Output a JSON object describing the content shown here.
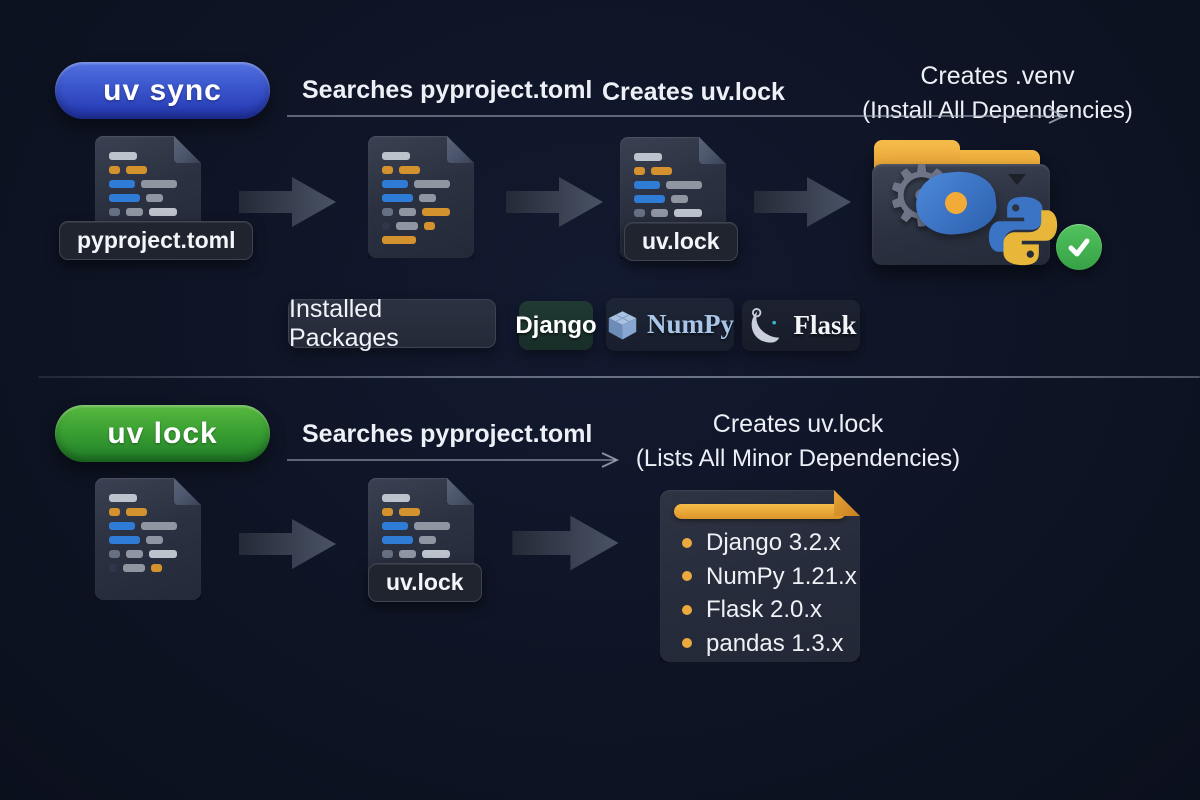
{
  "colors": {
    "background": "#0e1322",
    "sync_button_blue": "#3a55cc",
    "lock_button_green": "#3ba133",
    "folder_yellow": "#eaa838",
    "check_green": "#44b050",
    "bullet_orange": "#eba93e",
    "code_blue": "#2f7cd6",
    "code_orange": "#d4922f"
  },
  "sync_flow": {
    "command_label": "uv sync",
    "step_search": {
      "prefix": "Searches ",
      "emph": "pyproject.toml"
    },
    "step_create_lock": {
      "prefix": "Creates ",
      "emph": "uv.lock"
    },
    "step_create_venv": {
      "prefix": "Creates ",
      "emph": ".venv",
      "note": "(Install All Dependencies)"
    },
    "source_file_label": "pyproject.toml",
    "lock_file_label": "uv.lock"
  },
  "installed_packages": {
    "title": "Installed Packages",
    "badges": [
      {
        "name": "Django"
      },
      {
        "name": "NumPy"
      },
      {
        "name": "Flask"
      }
    ]
  },
  "lock_flow": {
    "command_label": "uv lock",
    "step_search": {
      "prefix": "Searches ",
      "emph": "pyproject.toml"
    },
    "step_create_lock": {
      "prefix": "Creates ",
      "emph": "uv.lock",
      "note": "(Lists All Minor Dependencies)"
    },
    "lock_file_label": "uv.lock",
    "dependencies": [
      "Django 3.2.x",
      "NumPy 1.21.x",
      "Flask 2.0.x",
      "pandas 1.3.x"
    ]
  }
}
